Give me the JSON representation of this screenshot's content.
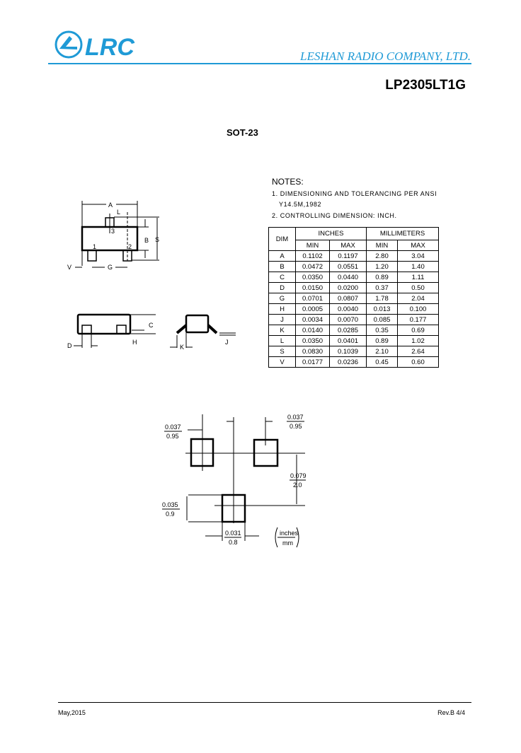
{
  "header": {
    "logo_text": "LRC",
    "company": "LESHAN RADIO COMPANY, LTD.",
    "part_number": "LP2305LT1G",
    "brand_color": "#1f9ad6"
  },
  "package": "SOT-23",
  "notes": {
    "title": "NOTES:",
    "items": [
      "1. DIMENSIONING AND TOLERANCING PER ANSI",
      "Y14.5M,1982",
      "2. CONTROLLING DIMENSION: INCH."
    ]
  },
  "dim_table": {
    "headers": {
      "dim": "DIM",
      "inches": "INCHES",
      "mm": "MILLIMETERS",
      "min": "MIN",
      "max": "MAX"
    },
    "rows": [
      [
        "A",
        "0.1102",
        "0.1197",
        "2.80",
        "3.04"
      ],
      [
        "B",
        "0.0472",
        "0.0551",
        "1.20",
        "1.40"
      ],
      [
        "C",
        "0.0350",
        "0.0440",
        "0.89",
        "1.11"
      ],
      [
        "D",
        "0.0150",
        "0.0200",
        "0.37",
        "0.50"
      ],
      [
        "G",
        "0.0701",
        "0.0807",
        "1.78",
        "2.04"
      ],
      [
        "H",
        "0.0005",
        "0.0040",
        "0.013",
        "0.100"
      ],
      [
        "J",
        "0.0034",
        "0.0070",
        "0.085",
        "0.177"
      ],
      [
        "K",
        "0.0140",
        "0.0285",
        "0.35",
        "0.69"
      ],
      [
        "L",
        "0.0350",
        "0.0401",
        "0.89",
        "1.02"
      ],
      [
        "S",
        "0.0830",
        "0.1039",
        "2.10",
        "2.64"
      ],
      [
        "V",
        "0.0177",
        "0.0236",
        "0.45",
        "0.60"
      ]
    ]
  },
  "drawing_labels": {
    "A": "A",
    "L": "L",
    "B": "B",
    "S": "S",
    "V": "V",
    "G": "G",
    "pin1": "1",
    "pin2": "2",
    "pin3": "3",
    "C": "C",
    "H": "H",
    "D": "D",
    "K": "K",
    "J": "J"
  },
  "footprint": {
    "pad_width_left": {
      "in": "0.037",
      "mm": "0.95"
    },
    "pad_width_right": {
      "in": "0.037",
      "mm": "0.95"
    },
    "row_pitch": {
      "in": "0.079",
      "mm": "2.0"
    },
    "pad_height": {
      "in": "0.035",
      "mm": "0.9"
    },
    "pad_width_bottom": {
      "in": "0.031",
      "mm": "0.8"
    },
    "units": {
      "top": "inches",
      "bottom": "mm"
    }
  },
  "footer": {
    "date": "May,2015",
    "revision": "Rev.B 4/4"
  }
}
